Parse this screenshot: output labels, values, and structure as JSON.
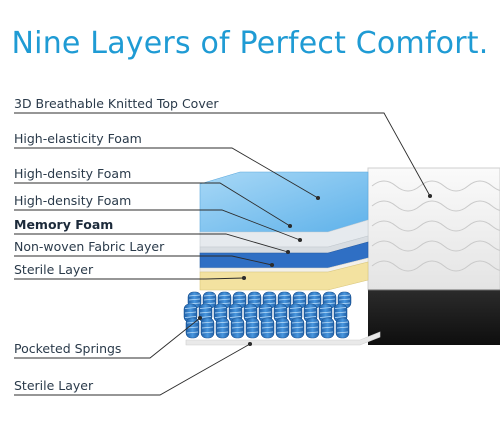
{
  "title": "Nine Layers of Perfect Comfort.",
  "colors": {
    "title": "#1f9bd4",
    "leader_line": "#2c2c2c",
    "label_text": "#2a3a4a",
    "gel_foam": "#7ec3ee",
    "high_density_foam": "#e6eaee",
    "memory_foam": "#2f6fc4",
    "fabric_layer": "#f2f0ea",
    "sterile_layer": "#f3e2a0",
    "springs": "#2a6fb8",
    "cover_side": "#1a1a1a"
  },
  "layers": [
    {
      "label": "3D Breathable Knitted Top Cover",
      "bold": false
    },
    {
      "label": "High-elasticity Foam",
      "bold": false
    },
    {
      "label": "High-density Foam",
      "bold": false
    },
    {
      "label": "High-density Foam",
      "bold": false
    },
    {
      "label": "Memory Foam",
      "bold": true
    },
    {
      "label": "Non-woven Fabric Layer",
      "bold": false
    },
    {
      "label": "Sterile Layer",
      "bold": false
    },
    {
      "label": "Pocketed Springs",
      "bold": false
    },
    {
      "label": "Sterile Layer",
      "bold": false
    }
  ]
}
